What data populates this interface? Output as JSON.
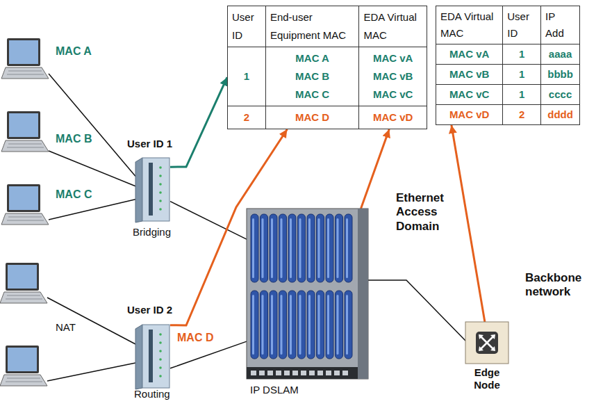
{
  "diagram": {
    "nodes": [
      {
        "text": [
          "User ID",
          "End-user Equipment MAC",
          "EDA Virtual MAC",
          "1",
          "MAC A",
          "MAC vA",
          "MAC B",
          "MAC vB",
          "MAC C",
          "MAC vC",
          "2",
          "MAC D",
          "MAC vD"
        ]
      },
      {
        "text": [
          "EDA Virtual MAC",
          "User ID",
          "IP Add",
          "MAC vA",
          "1",
          "aaaa",
          "MAC vB",
          "1",
          "bbbb",
          "MAC vC",
          "1",
          "cccc",
          "MAC vD",
          "2",
          "dddd"
        ]
      },
      {
        "text": [
          "MAC A"
        ]
      },
      {
        "text": [
          "MAC B"
        ]
      },
      {
        "text": [
          "MAC C"
        ]
      },
      {
        "text": [
          "User ID 1",
          "Bridging"
        ]
      },
      {
        "text": [
          "User ID 2",
          "MAC D",
          "Routing"
        ]
      },
      {
        "text": [
          "Ethernet Access Domain"
        ]
      },
      {
        "text": [
          "IP DSLAM"
        ]
      },
      {
        "text": [
          "Edge Node"
        ]
      },
      {
        "text": [
          "Backbone network"
        ]
      }
    ],
    "edges": [
      {
        "from": 2,
        "to": 5,
        "arrow": "none"
      },
      {
        "from": 3,
        "to": 5,
        "arrow": "none"
      },
      {
        "from": 4,
        "to": 5,
        "arrow": "none"
      },
      {
        "from": 5,
        "to": 8,
        "arrow": "none"
      },
      {
        "from": 6,
        "to": 8,
        "arrow": "none"
      },
      {
        "from": 8,
        "to": 9,
        "arrow": "none"
      },
      {
        "from": 5,
        "to": 0,
        "arrow": "to"
      },
      {
        "from": 6,
        "to": 0,
        "arrow": "to"
      },
      {
        "from": 8,
        "to": 0,
        "arrow": "to"
      },
      {
        "from": 9,
        "to": 1,
        "arrow": "to"
      }
    ],
    "labels": [
      "NAT"
    ]
  }
}
